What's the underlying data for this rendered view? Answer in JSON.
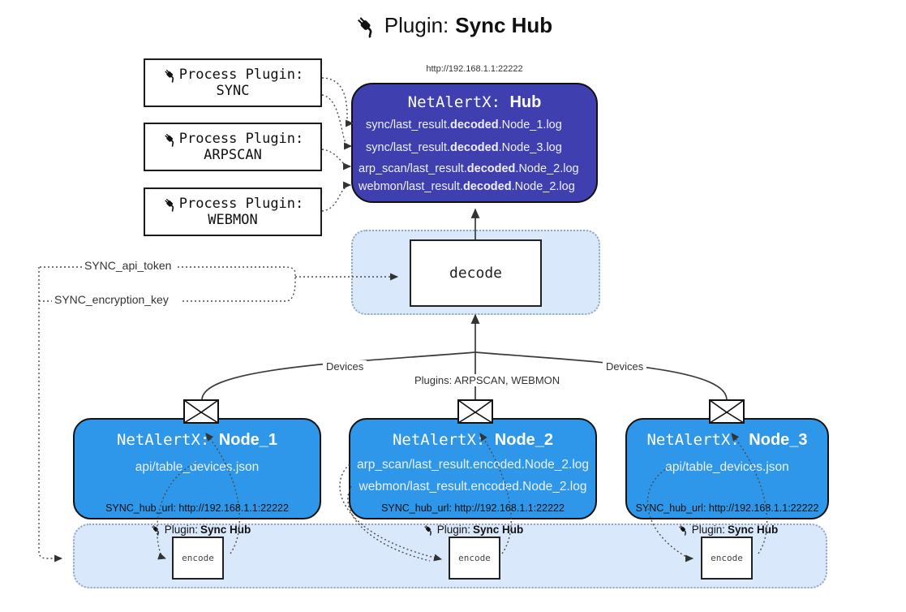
{
  "title": {
    "prefix": "Plugin:",
    "name": "Sync Hub"
  },
  "hub": {
    "url": "http://192.168.1.1:22222",
    "title_prefix": "NetAlertX:",
    "title_name": "Hub",
    "entries": [
      {
        "pre": "sync/last_result.",
        "bold": "decoded",
        "post": ".Node_1.log"
      },
      {
        "pre": "sync/last_result.",
        "bold": "decoded",
        "post": ".Node_3.log"
      },
      {
        "pre": "arp_scan/last_result.",
        "bold": "decoded",
        "post": ".Node_2.log"
      },
      {
        "pre": "webmon/last_result.",
        "bold": "decoded",
        "post": ".Node_2.log"
      }
    ]
  },
  "process_plugins": [
    {
      "label": "Process Plugin:",
      "name": "SYNC"
    },
    {
      "label": "Process Plugin:",
      "name": "ARPSCAN"
    },
    {
      "label": "Process Plugin:",
      "name": "WEBMON"
    }
  ],
  "settings": {
    "api_token": "SYNC_api_token",
    "encryption_key": "SYNC_encryption_key"
  },
  "decode": {
    "label": "decode"
  },
  "edges": {
    "devices_left": "Devices",
    "plugins_mid": "Plugins: ARPSCAN, WEBMON",
    "devices_right": "Devices"
  },
  "nodes": [
    {
      "title_prefix": "NetAlertX:",
      "title_name": "Node_1",
      "lines": [
        "api/table_devices.json"
      ],
      "hub_url": "SYNC_hub_url: http://192.168.1.1:22222"
    },
    {
      "title_prefix": "NetAlertX:",
      "title_name": "Node_2",
      "lines": [
        "arp_scan/last_result.encoded.Node_2.log",
        "webmon/last_result.encoded.Node_2.log"
      ],
      "hub_url": "SYNC_hub_url: http://192.168.1.1:22222"
    },
    {
      "title_prefix": "NetAlertX:",
      "title_name": "Node_3",
      "lines": [
        "api/table_devices.json"
      ],
      "hub_url": "SYNC_hub_url: http://192.168.1.1:22222"
    }
  ],
  "encode": {
    "plugin_prefix": "Plugin:",
    "plugin_name": "Sync Hub",
    "label": "encode"
  },
  "colors": {
    "hub": "#3f3fb0",
    "node": "#2e97e9",
    "panel": "#d9e9fb",
    "line": "#3a3a3a"
  }
}
